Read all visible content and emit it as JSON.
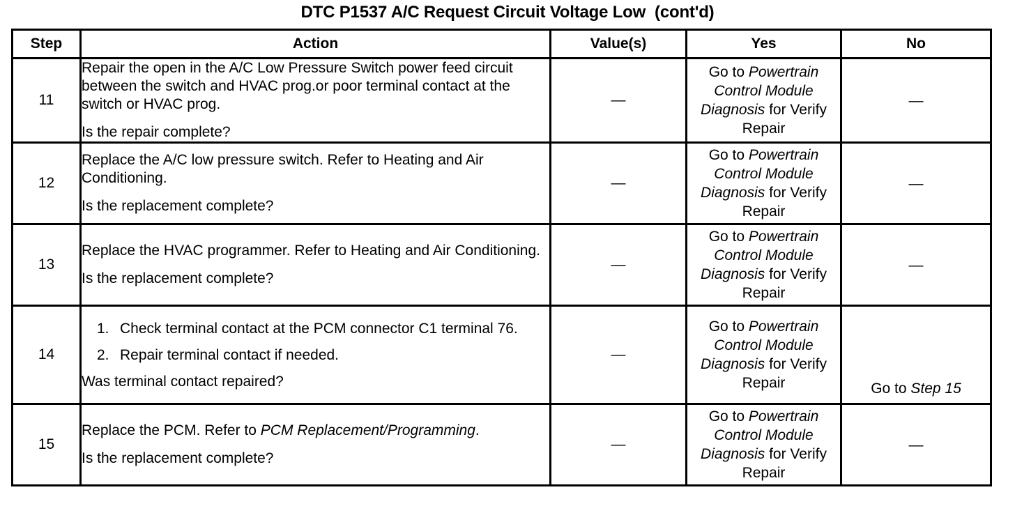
{
  "document": {
    "title": "DTC P1537 A/C Request Circuit Voltage Low  (cont'd)"
  },
  "table": {
    "headers": {
      "step": "Step",
      "action": "Action",
      "values": "Value(s)",
      "yes": "Yes",
      "no": "No"
    },
    "common": {
      "dash": "—",
      "goto_prefix": "Go to ",
      "pcm_diagnosis_italic": "Powertrain Control Module Diagnosis",
      "verify_repair_suffix": " for Verify Repair"
    },
    "rows": [
      {
        "step": "11",
        "action": {
          "paragraphs": [
            "Repair the open in the A/C Low Pressure Switch power feed circuit between the switch and HVAC prog.or poor terminal contact at the switch or HVAC prog.",
            "Is the repair complete?"
          ]
        },
        "value": "—",
        "yes": {
          "prefix": "Go to ",
          "italic": "Powertrain Control Module Diagnosis",
          "suffix": " for Verify Repair"
        },
        "no": {
          "text": "—"
        }
      },
      {
        "step": "12",
        "action": {
          "paragraphs": [
            "Replace the A/C low pressure switch. Refer to Heating and Air Conditioning.",
            "Is the replacement complete?"
          ]
        },
        "value": "—",
        "yes": {
          "prefix": "Go to ",
          "italic": "Powertrain Control Module Diagnosis",
          "suffix": " for Verify Repair"
        },
        "no": {
          "text": "—"
        }
      },
      {
        "step": "13",
        "action": {
          "paragraphs": [
            "Replace the HVAC programmer. Refer to Heating and Air Conditioning.",
            "Is the replacement complete?"
          ]
        },
        "value": "—",
        "yes": {
          "prefix": "Go to ",
          "italic": "Powertrain Control Module Diagnosis",
          "suffix": " for Verify Repair"
        },
        "no": {
          "text": "—"
        }
      },
      {
        "step": "14",
        "action": {
          "list": [
            {
              "num": "1.",
              "text": "Check terminal contact at the PCM connector C1 terminal 76."
            },
            {
              "num": "2.",
              "text": "Repair terminal contact if needed."
            }
          ],
          "paragraphs": [
            "Was terminal contact repaired?"
          ]
        },
        "value": "—",
        "yes": {
          "prefix": "Go to ",
          "italic": "Powertrain Control Module Diagnosis",
          "suffix": " for Verify Repair"
        },
        "no": {
          "prefix": "Go to ",
          "italic": "Step 15",
          "suffix": ""
        }
      },
      {
        "step": "15",
        "action": {
          "rich": {
            "prefix": "Replace the PCM. Refer to ",
            "italic": "PCM Replacement/Programming",
            "suffix": "."
          },
          "paragraphs": [
            "Is the replacement complete?"
          ]
        },
        "value": "—",
        "yes": {
          "prefix": "Go to ",
          "italic": "Powertrain Control Module Diagnosis",
          "suffix": " for Verify Repair"
        },
        "no": {
          "text": "—"
        }
      }
    ]
  },
  "colors": {
    "ink": "#000000",
    "paper": "#ffffff"
  }
}
